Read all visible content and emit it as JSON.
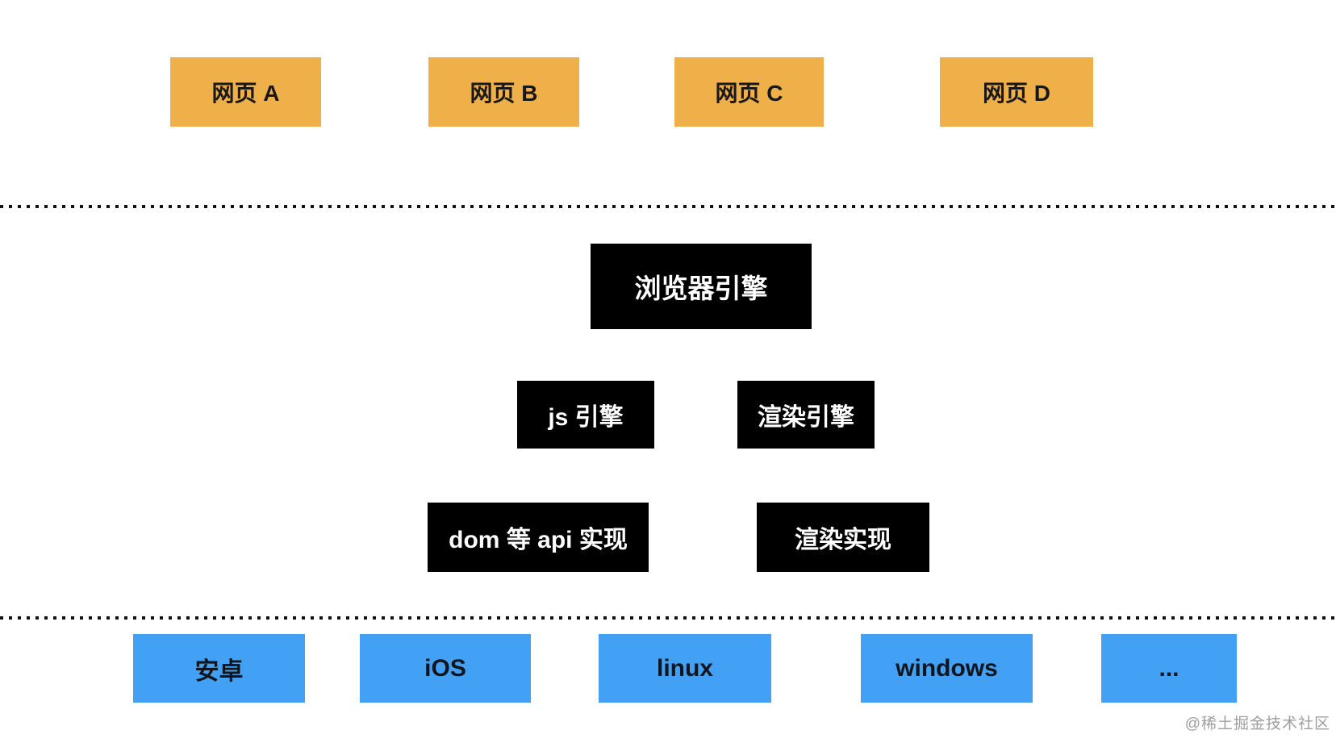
{
  "layers": {
    "web_pages": {
      "items": [
        {
          "label": "网页 A"
        },
        {
          "label": "网页 B"
        },
        {
          "label": "网页 C"
        },
        {
          "label": "网页 D"
        }
      ]
    },
    "browser_engine": {
      "label": "浏览器引擎"
    },
    "engines": {
      "items": [
        {
          "label": "js 引擎"
        },
        {
          "label": "渲染引擎"
        }
      ]
    },
    "implementations": {
      "items": [
        {
          "label": "dom 等 api 实现"
        },
        {
          "label": "渲染实现"
        }
      ]
    },
    "platforms": {
      "items": [
        {
          "label": "安卓"
        },
        {
          "label": "iOS"
        },
        {
          "label": "linux"
        },
        {
          "label": "windows"
        },
        {
          "label": "..."
        }
      ]
    }
  },
  "colors": {
    "web_page_box": "#EFB04A",
    "engine_box": "#000000",
    "platform_box": "#42A0F5",
    "box_text_dark": "#181818",
    "box_text_light": "#FFFFFF",
    "dotted_line": "#111111",
    "watermark_text": "#9E9E9E"
  },
  "watermark": {
    "label": "@稀土掘金技术社区"
  }
}
